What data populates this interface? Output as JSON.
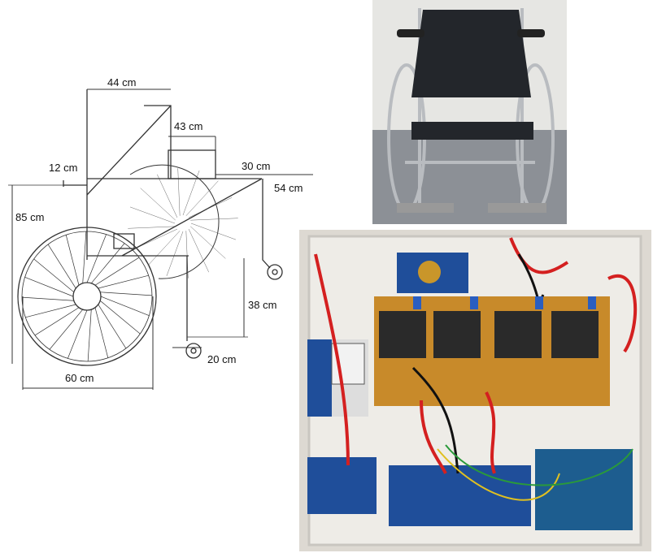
{
  "figure": {
    "dimensions": {
      "backrest_width": "44 cm",
      "seat_depth": "43 cm",
      "handle": "12 cm",
      "armrest_height": "30 cm",
      "overall_length": "54 cm",
      "total_height": "85 cm",
      "seat_height_front": "38 cm",
      "caster": "20 cm",
      "wheel_diameter": "60 cm"
    },
    "colors": {
      "line": "#333333",
      "pcb": "#c88a2a",
      "relay": "#2a2a2a",
      "blue_board": "#1f4e9a",
      "wire_red": "#d42020"
    }
  }
}
